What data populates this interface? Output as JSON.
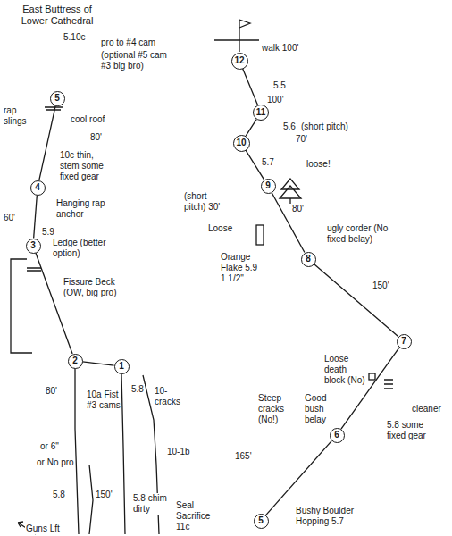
{
  "diagram": {
    "title": "East Buttress of Lower Cathedral",
    "nodes": [
      {
        "text": [
          "1"
        ]
      },
      {
        "text": [
          "2"
        ]
      },
      {
        "text": [
          "3"
        ]
      },
      {
        "text": [
          "4"
        ]
      },
      {
        "text": [
          "5"
        ]
      },
      {
        "text": [
          "5"
        ]
      },
      {
        "text": [
          "6"
        ]
      },
      {
        "text": [
          "7"
        ]
      },
      {
        "text": [
          "8"
        ]
      },
      {
        "text": [
          "9"
        ]
      },
      {
        "text": [
          "10"
        ]
      },
      {
        "text": [
          "11"
        ]
      },
      {
        "text": [
          "12"
        ]
      }
    ],
    "edges": [
      {
        "from": 0,
        "to": 1,
        "arrow": "none"
      },
      {
        "from": 1,
        "to": 2,
        "arrow": "none"
      },
      {
        "from": 2,
        "to": 3,
        "arrow": "none"
      },
      {
        "from": 3,
        "to": 4,
        "arrow": "none"
      },
      {
        "from": 5,
        "to": 6,
        "arrow": "none"
      },
      {
        "from": 6,
        "to": 7,
        "arrow": "none"
      },
      {
        "from": 7,
        "to": 8,
        "arrow": "none"
      },
      {
        "from": 8,
        "to": 9,
        "arrow": "none"
      },
      {
        "from": 9,
        "to": 10,
        "arrow": "none"
      },
      {
        "from": 10,
        "to": 11,
        "arrow": "none"
      },
      {
        "from": 11,
        "to": 12,
        "arrow": "none"
      }
    ],
    "labels": [
      "5.10c",
      "pro to #4 cam",
      "(optional #5 cam #3 big bro)",
      "rap slings",
      "cool roof",
      "80'",
      "10c thin, stem some fixed gear",
      "60'",
      "5.9",
      "Hanging rap anchor",
      "Ledge (better option)",
      "Fissure Beck (OW, big pro)",
      "80'",
      "10a Fist #3 cams",
      "5.8",
      "10- cracks",
      "or 6\"",
      "or No pro",
      "10-1b",
      "5.8",
      "150'",
      "5.8 chim dirty",
      "Seal Sacrifice 11c",
      "Guns Lft",
      "walk 100'",
      "5.5",
      "100'",
      "5.6",
      "(short pitch)",
      "70'",
      "5.7",
      "loose!",
      "(short pitch) 30'",
      "Loose",
      "80'",
      "Orange Flake 5.9 1 1/2\"",
      "ugly corder (No fixed belay)",
      "150'",
      "Loose death block (No)",
      "Good bush belay",
      "Steep cracks (No!)",
      "cleaner",
      "5.8 some fixed gear",
      "165'",
      "Bushy Boulder Hopping 5.7"
    ]
  }
}
